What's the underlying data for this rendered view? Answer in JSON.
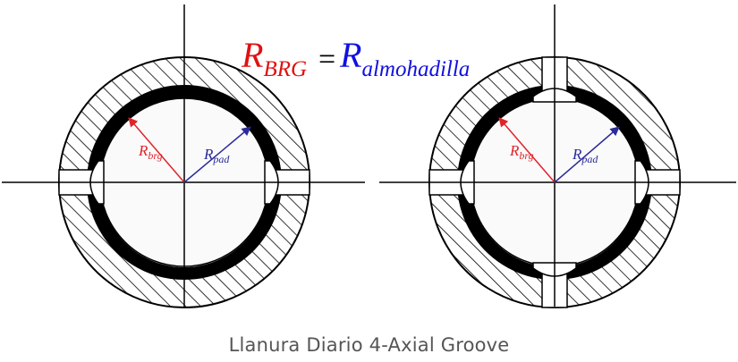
{
  "equation": {
    "lhs_symbol": "R",
    "lhs_subscript": "BRG",
    "equals": "=",
    "rhs_symbol": "R",
    "rhs_subscript": "almohadilla"
  },
  "left_bearing": {
    "label_brg_symbol": "R",
    "label_brg_subscript": "brg",
    "label_pad_symbol": "R",
    "label_pad_subscript": "pad"
  },
  "right_bearing": {
    "label_brg_symbol": "R",
    "label_brg_subscript": "brg",
    "label_pad_symbol": "R",
    "label_pad_subscript": "pad"
  },
  "caption": "Llanura Diario 4-Axial Groove",
  "colors": {
    "brg": "#e0242a",
    "pad": "#2b2b9a",
    "equation_lhs": "#e01010",
    "equation_rhs": "#1010e0",
    "caption": "#555555"
  }
}
